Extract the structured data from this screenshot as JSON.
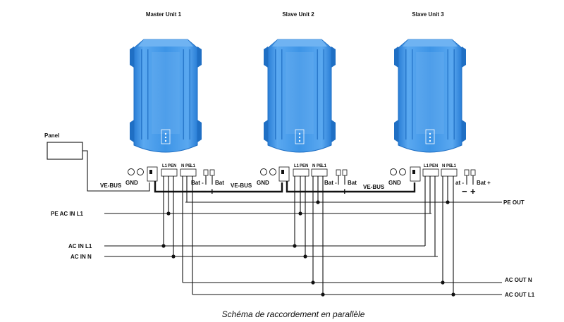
{
  "diagram": {
    "units": [
      {
        "title": "Master  Unit 1",
        "bat_neg": "Bat -",
        "bat_pos": "Bat"
      },
      {
        "title": "Slave Unit 2",
        "bat_neg": "Bat -",
        "bat_pos": "Bat"
      },
      {
        "title": "Slave Unit 3",
        "bat_neg": "at -",
        "bat_pos": "Bat +"
      }
    ],
    "panel_label": "Panel",
    "vebus_label": "VE-BUS",
    "gnd_label": "GND",
    "terminal_labels": {
      "l1": "L1",
      "pe": "PE",
      "n": "N"
    },
    "minus": "−",
    "plus": "+",
    "lines": {
      "pe_ac_in_l1": "PE AC IN L1",
      "ac_in_l1": "AC IN L1",
      "ac_in_n": "AC IN N",
      "pe_out": "PE OUT",
      "ac_out_n": "AC OUT  N",
      "ac_out_l1": "AC OUT L1"
    },
    "caption": "Schéma de raccordement en parallèle",
    "colors": {
      "unit_fill": "#3d94e6",
      "unit_light": "#6fb3f2",
      "unit_dark": "#1f6fc4",
      "wire": "#111111"
    }
  }
}
